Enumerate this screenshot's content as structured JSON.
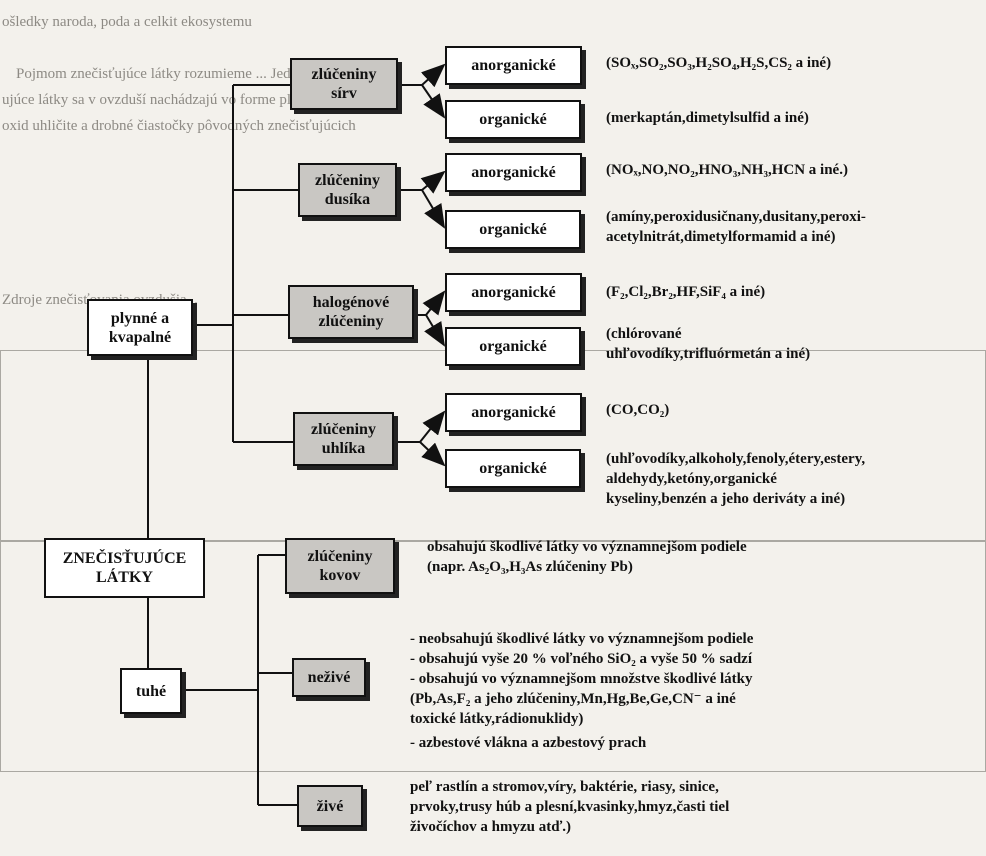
{
  "background_text": [
    "ošledky naroda, poda a celkit ekosystemu",
    "Pojmom znečisťujúce látky rozumieme ... Jednotlivé znečis-",
    "ujúce látky sa v ovzduší nachádzajú vo forme plynov, pár ...",
    "oxid uhličite a drobné čiastočky pôvodných znečisťujúcich",
    "Zdroje znečisťovania ovzdušia..."
  ],
  "boxes": {
    "sulfur": "zlúčeniny\nsírv",
    "nitrogen": "zlúčeniny\ndusíka",
    "halogen": "halogénové\nzlúčeniny",
    "carbon": "zlúčeniny\nuhlíka",
    "gaseous": "plynné a\nkvapalné",
    "pollutants": "ZNEČISŤUJÚCE\nLÁTKY",
    "metals": "zlúčeniny\nkovov",
    "solid": "tuhé",
    "nonliving": "neživé",
    "living": "živé",
    "inorganic": "anorganické",
    "organic": "organické"
  },
  "labels": {
    "sulfur_inorganic": "(SOₓ,SO₂,SO₃,H₂SO₄,H₂S,CS₂ a iné)",
    "sulfur_organic": "(merkaptán,dimetylsulfid a iné)",
    "nitrogen_inorganic": "(NOₓ,NO,NO₂,HNO₃,NH₃,HCN a iné.)",
    "nitrogen_organic_1": "(amíny,peroxidusičnany,dusitany,peroxi-",
    "nitrogen_organic_2": "acetylnitrát,dimetylformamid a iné)",
    "halogen_inorganic": "(F₂,Cl₂,Br₂,HF,SiF₄ a iné)",
    "halogen_organic_1": "(chlórované",
    "halogen_organic_2": "uhľovodíky,trifluórmetán a iné)",
    "carbon_inorganic": "(CO,CO₂)",
    "carbon_organic_1": "(uhľovodíky,alkoholy,fenoly,étery,estery,",
    "carbon_organic_2": "aldehydy,ketóny,organické",
    "carbon_organic_3": "kyseliny,benzén a jeho deriváty a iné)",
    "metals_1": "obsahujú škodlivé látky vo významnejšom podiele",
    "metals_2": "(napr. As₂O₃,H₃As zlúčeniny Pb)",
    "nonliving_1": "-    neobsahujú škodlivé látky vo významnejšom podiele",
    "nonliving_2": "-    obsahujú vyše 20 % voľného SiO₂ a vyše 50 % sadzí",
    "nonliving_3": "-    obsahujú vo významnejšom množstve škodlivé látky",
    "nonliving_4": "     (Pb,As,F₂ a jeho zlúčeniny,Mn,Hg,Be,Ge,CN⁻ a iné",
    "nonliving_5": "     toxické látky,rádionuklidy)",
    "nonliving_6": "-    azbestové vlákna a azbestový prach",
    "living_1": "peľ rastlín a stromov,víry, baktérie, riasy, sinice,",
    "living_2": "prvoky,trusy húb a plesní,kvasinky,hmyz,časti tiel",
    "living_3": "živočíchov a hmyzu atď.)"
  },
  "colors": {
    "box_gray": "#c9c7c3",
    "line": "#111111",
    "paper": "#f3f1ec"
  }
}
